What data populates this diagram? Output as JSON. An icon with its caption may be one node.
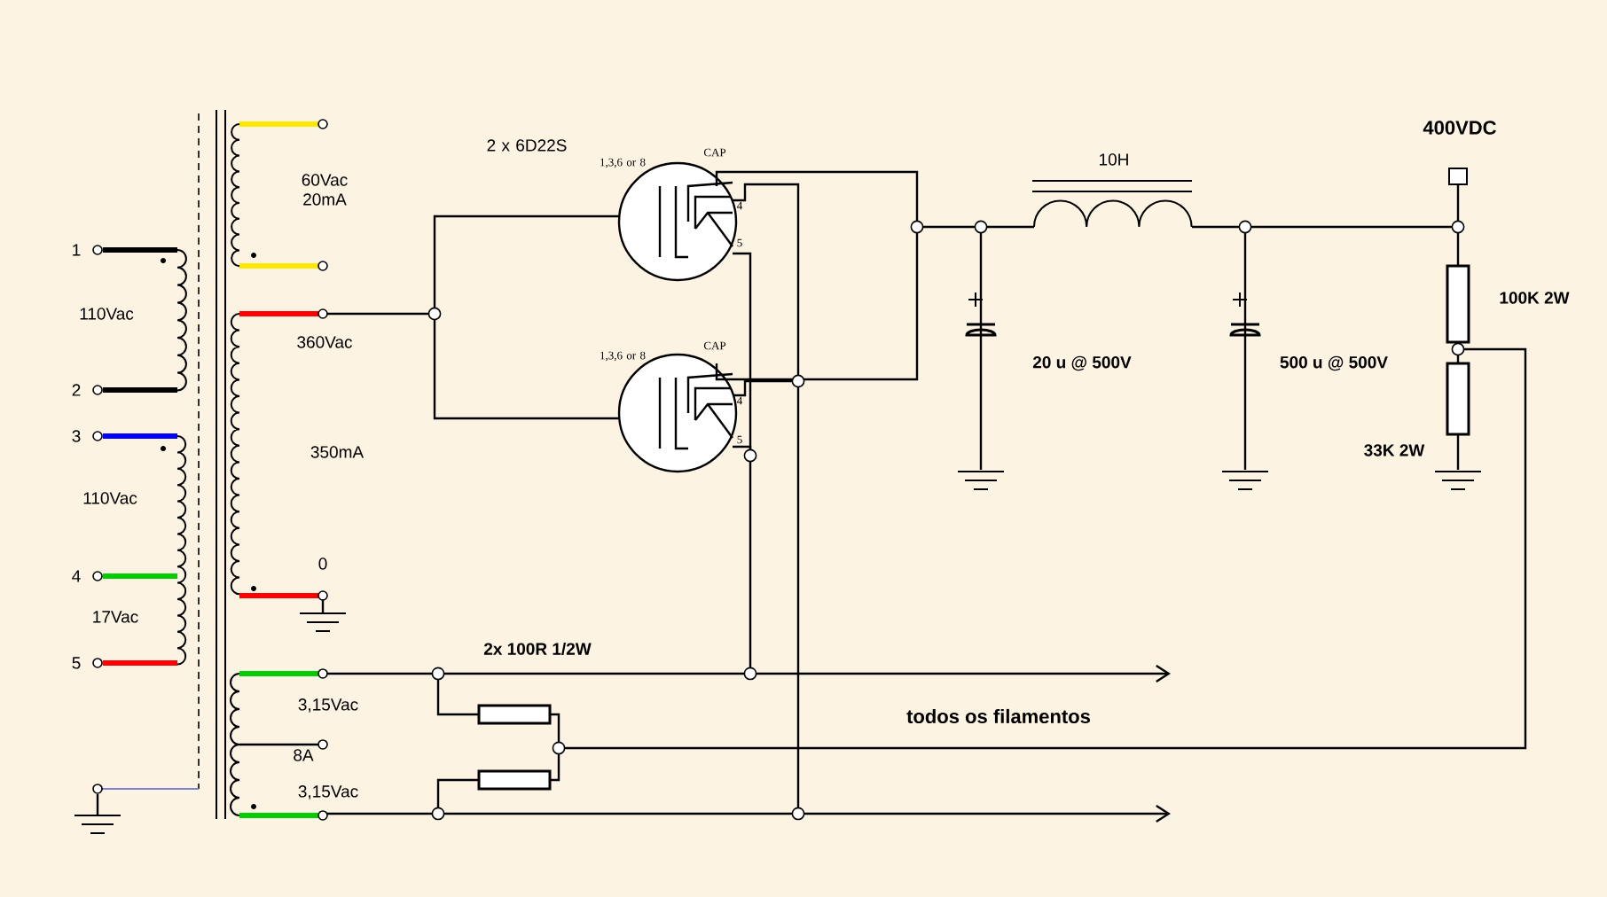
{
  "diagram": {
    "labels": [
      "2 x 6D22S",
      "1,3,6 or 8",
      "CAP",
      "4",
      "5",
      "1,3,6 or 8",
      "CAP",
      "4",
      "5",
      "10H",
      "400VDC",
      "60Vac 20mA",
      "1",
      "110Vac",
      "360Vac",
      "100K 2W",
      "20 u @ 500V",
      "500 u @ 500V",
      "2",
      "3",
      "33K 2W",
      "350mA",
      "110Vac",
      "0",
      "4",
      "17Vac",
      "5",
      "2x 100R 1/2W",
      "3,15Vac",
      "todos os filamentos",
      "8A",
      "3,15Vac"
    ]
  }
}
